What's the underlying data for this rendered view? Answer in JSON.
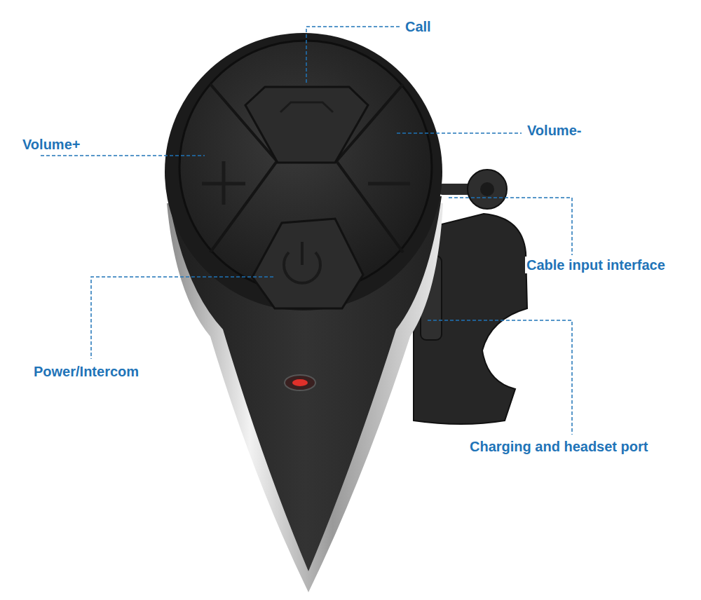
{
  "diagram": {
    "labels": [
      "Call",
      "Volume+",
      "Volume-",
      "Cable input interface",
      "Power/Intercom",
      "Charging and headset port"
    ]
  }
}
